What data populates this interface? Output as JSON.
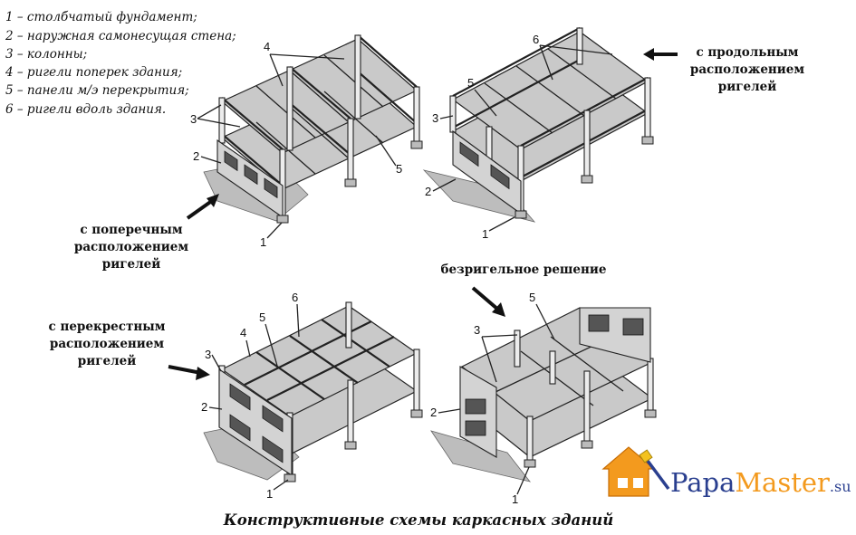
{
  "legend": [
    "1 – столбчатый фундамент;",
    "2 – наружная самонесущая стена;",
    "3 – колонны;",
    "4 – ригели поперек здания;",
    "5 – панели м/э перекрытия;",
    "6 – ригели вдоль здания."
  ],
  "captions": {
    "transverse": [
      "с поперечным",
      "расположением",
      "ригелей"
    ],
    "longitudinal": [
      "с продольным",
      "расположением",
      "ригелей"
    ],
    "cross": [
      "с перекрестным",
      "расположением",
      "ригелей"
    ],
    "beamless": "безригельное решение"
  },
  "callouts": [
    "1",
    "2",
    "3",
    "4",
    "5",
    "6"
  ],
  "title": "Конструктивные схемы каркасных зданий",
  "logo": {
    "part1": "Papa",
    "part2": "Master",
    "suffix": ".su"
  },
  "colors": {
    "ink": "#111111",
    "logo_orange": "#f39a1e",
    "logo_blue": "#2a3f8f"
  }
}
